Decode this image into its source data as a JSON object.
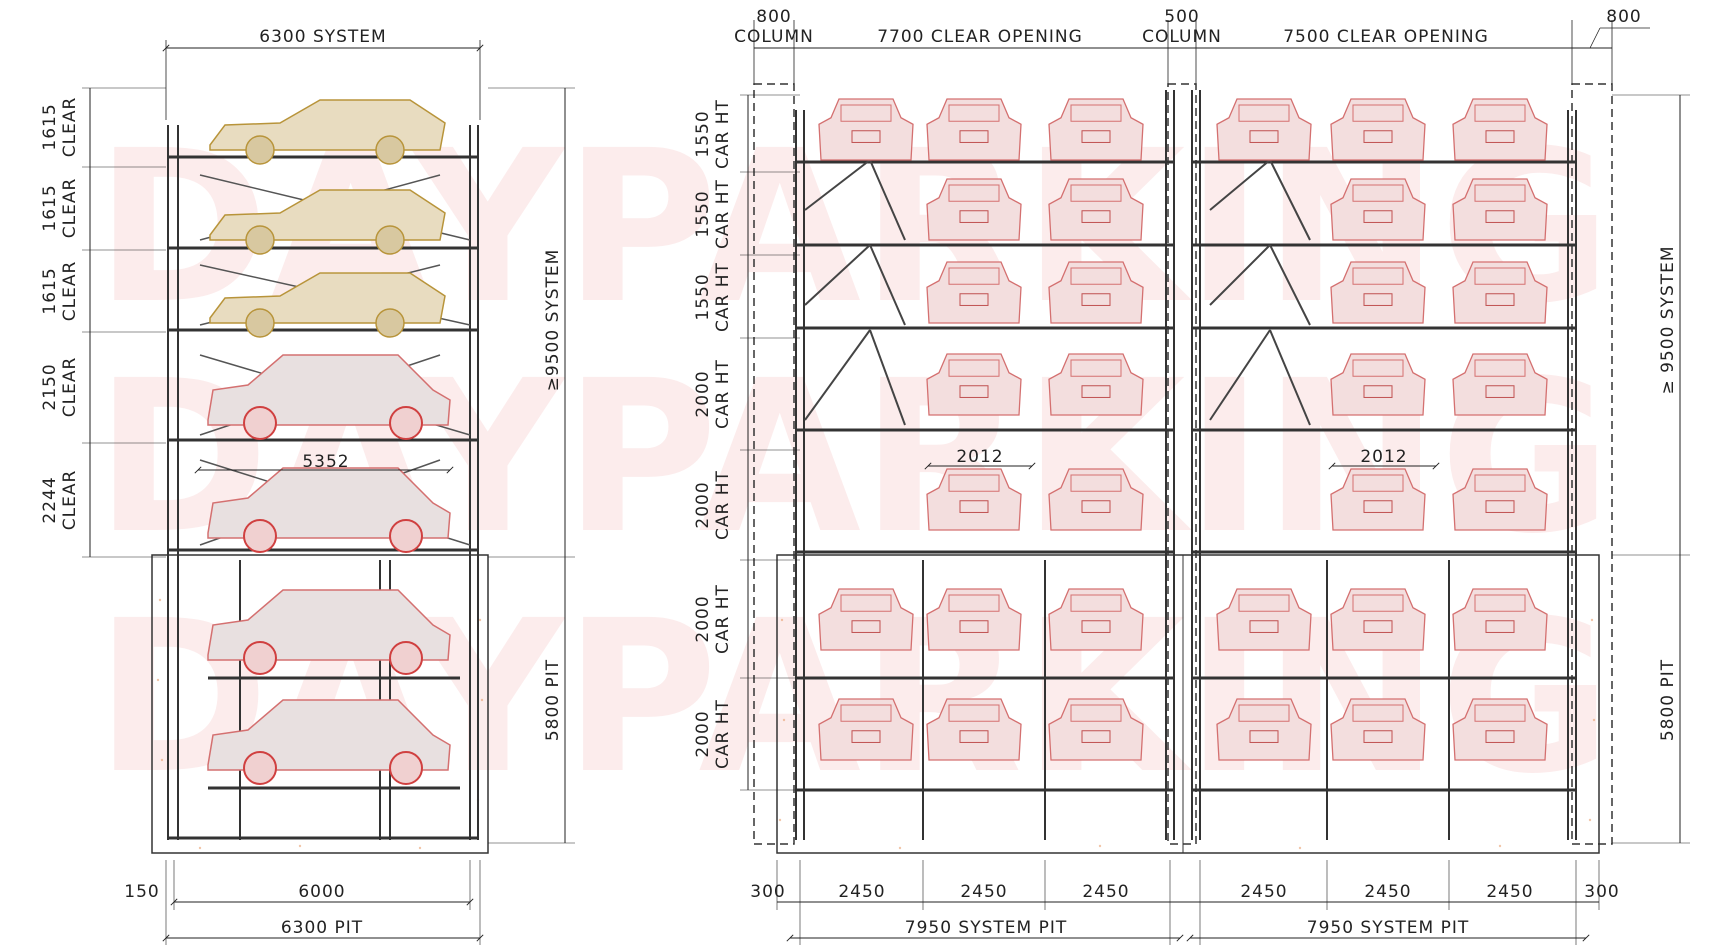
{
  "watermark": {
    "rows": [
      "DAYPARKING",
      "DAYPARKING",
      "DAYPARKING"
    ]
  },
  "side_view": {
    "top": {
      "system_width": "6300 SYSTEM"
    },
    "levels": [
      {
        "height": "1615",
        "label": "CLEAR"
      },
      {
        "height": "1615",
        "label": "CLEAR"
      },
      {
        "height": "1615",
        "label": "CLEAR"
      },
      {
        "height": "2150",
        "label": "CLEAR"
      },
      {
        "height": "2244",
        "label": "CLEAR"
      }
    ],
    "car_length": "5352",
    "right": {
      "system_height": "≥9500 SYSTEM",
      "pit_depth": "5800 PIT"
    },
    "bottom": {
      "offset": "150",
      "inner_width": "6000",
      "pit_width": "6300 PIT"
    }
  },
  "front_view": {
    "top": {
      "col_left": {
        "value": "800",
        "label": "COLUMN"
      },
      "opening_left": "7700 CLEAR OPENING",
      "col_mid": {
        "value": "500",
        "label": "COLUMN"
      },
      "opening_right": "7500 CLEAR OPENING",
      "col_right": "800"
    },
    "levels": [
      {
        "height": "1550",
        "label": "CAR HT"
      },
      {
        "height": "1550",
        "label": "CAR HT"
      },
      {
        "height": "1550",
        "label": "CAR HT"
      },
      {
        "height": "2000",
        "label": "CAR HT"
      },
      {
        "height": "2000",
        "label": "CAR HT"
      },
      {
        "height": "2000",
        "label": "CAR HT"
      },
      {
        "height": "2000",
        "label": "CAR HT"
      }
    ],
    "pallet_width_left": "2012",
    "pallet_width_right": "2012",
    "right": {
      "system_height": "≥ 9500 SYSTEM",
      "pit_depth": "5800 PIT"
    },
    "bottom": {
      "edge_left": "300",
      "bays_left": [
        "2450",
        "2450",
        "2450"
      ],
      "bays_right": [
        "2450",
        "2450",
        "2450"
      ],
      "edge_right": "300",
      "pit_left": "7950 SYSTEM PIT",
      "pit_right": "7950 SYSTEM PIT"
    }
  }
}
